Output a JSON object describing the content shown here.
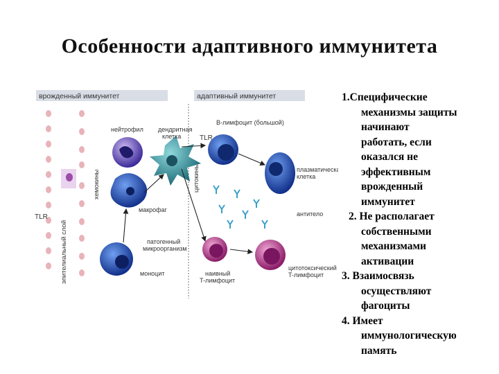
{
  "title": "Особенности адаптивного иммунитета",
  "figure": {
    "innate_header": "врожденный иммунитет",
    "adaptive_header": "адаптивный иммунитет",
    "epithelium_label": "эпителиальный слой",
    "chemokines_label": "хемокины",
    "cytokines_label": "цитокины",
    "tlr_left": "TLR",
    "tlr_right": "TLR",
    "neutrophil": "нейтрофил",
    "dendritic_line1": "дендритная",
    "dendritic_line2": "клетка",
    "macrophage": "макрофаг",
    "monocyte": "моноцит",
    "pathogen_line1": "патогенный",
    "pathogen_line2": "микроорганизм",
    "b_lymphocyte": "B-лимфоцит (большой)",
    "plasma_line1": "плазматическая",
    "plasma_line2": "клетка",
    "antibody": "антитело",
    "naive_line1": "наивный",
    "naive_line2": "T-лимфоцит",
    "cytotoxic_line1": "цитотоксический",
    "cytotoxic_line2": "T-лимфоцит",
    "colors": {
      "blue_cell": "#1f4fb0",
      "purple_cell": "#6a2fa0",
      "teal_cell": "#2b8f9a",
      "magenta_cell": "#b0287e",
      "antibody": "#3aa0c8"
    }
  },
  "points": [
    {
      "num": "1.",
      "lines": [
        "Специфические",
        "механизмы защиты",
        "начинают",
        "работать, если",
        "оказался не",
        "эффективным",
        "врожденный",
        "иммунитет"
      ]
    },
    {
      "num": "2.",
      "lines": [
        "Не располагает",
        "собственными",
        "механизмами",
        "активации"
      ]
    },
    {
      "num": "3.",
      "lines": [
        "Взаимосвязь",
        "осуществляют",
        "фагоциты"
      ]
    },
    {
      "num": "4.",
      "lines": [
        "Имеет",
        "иммунологическую",
        "память"
      ]
    }
  ]
}
